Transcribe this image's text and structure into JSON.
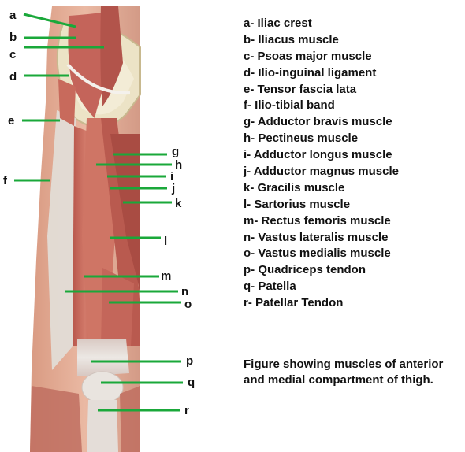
{
  "colors": {
    "pointer_line": "#1aa83a",
    "muscle": "#c86a5c",
    "muscle_dark": "#9c3f36",
    "tendon": "#e6e1dc",
    "bone": "#ece3c6",
    "skin": "#e7b39c"
  },
  "markers": [
    {
      "letter": "a",
      "name": "Iliac crest"
    },
    {
      "letter": "b",
      "name": "Iliacus muscle"
    },
    {
      "letter": "c",
      "name": "Psoas major muscle"
    },
    {
      "letter": "d",
      "name": "Ilio-inguinal ligament"
    },
    {
      "letter": "e",
      "name": "Tensor fascia lata"
    },
    {
      "letter": "f",
      "name": "Ilio-tibial band"
    },
    {
      "letter": "g",
      "name": "Adductor bravis muscle"
    },
    {
      "letter": "h",
      "name": "Pectineus muscle"
    },
    {
      "letter": "i",
      "name": "Adductor longus muscle"
    },
    {
      "letter": "j",
      "name": "Adductor magnus muscle"
    },
    {
      "letter": "k",
      "name": "Gracilis muscle"
    },
    {
      "letter": "l",
      "name": "Sartorius muscle"
    },
    {
      "letter": "m",
      "name": "Rectus femoris muscle"
    },
    {
      "letter": "n",
      "name": "Vastus lateralis muscle"
    },
    {
      "letter": "o",
      "name": "Vastus medialis muscle"
    },
    {
      "letter": "p",
      "name": "Quadriceps tendon"
    },
    {
      "letter": "q",
      "name": "Patella"
    },
    {
      "letter": "r",
      "name": "Patellar Tendon"
    }
  ],
  "legend": [
    "a- Iliac crest",
    "b- Iliacus muscle",
    "c- Psoas major muscle",
    "d- Ilio-inguinal ligament",
    "e- Tensor fascia lata",
    "f- Ilio-tibial band",
    "g- Adductor bravis muscle",
    "h- Pectineus muscle",
    "i- Adductor longus muscle",
    "j- Adductor magnus muscle",
    "k- Gracilis muscle",
    "l- Sartorius muscle",
    "m- Rectus femoris muscle",
    "n- Vastus lateralis muscle",
    "o- Vastus medialis muscle",
    "p- Quadriceps tendon",
    "q- Patella",
    "r- Patellar Tendon"
  ],
  "caption": "Figure showing muscles of anterior and medial compartment of thigh."
}
